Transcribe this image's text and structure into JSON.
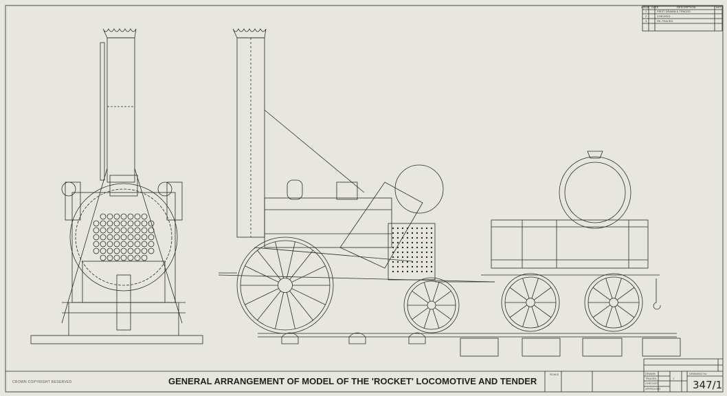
{
  "drawing": {
    "title": "GENERAL ARRANGEMENT OF MODEL OF THE 'ROCKET' LOCOMOTIVE AND TENDER",
    "copyright": "CROWN COPYRIGHT RESERVED",
    "drawing_number": "347/1",
    "sheet": "1",
    "line_color": "#2a2a2a",
    "paper_color": "#e7e7df"
  },
  "revisions": {
    "headers": [
      "ISSUE",
      "DATE",
      "DESCRIPTION",
      "INIT"
    ],
    "rows": [
      {
        "issue": "1",
        "description": "FIRST DRAWN & TRACED"
      },
      {
        "issue": "2",
        "description": "CHECKED"
      },
      {
        "issue": "3",
        "description": "RE-TRACED"
      }
    ]
  },
  "title_block": {
    "labels": [
      "DRAWN",
      "TRACED",
      "CHECKED",
      "APPROVED"
    ],
    "scale_label": "SCALE",
    "drawing_no_label": "DRAWING No."
  }
}
